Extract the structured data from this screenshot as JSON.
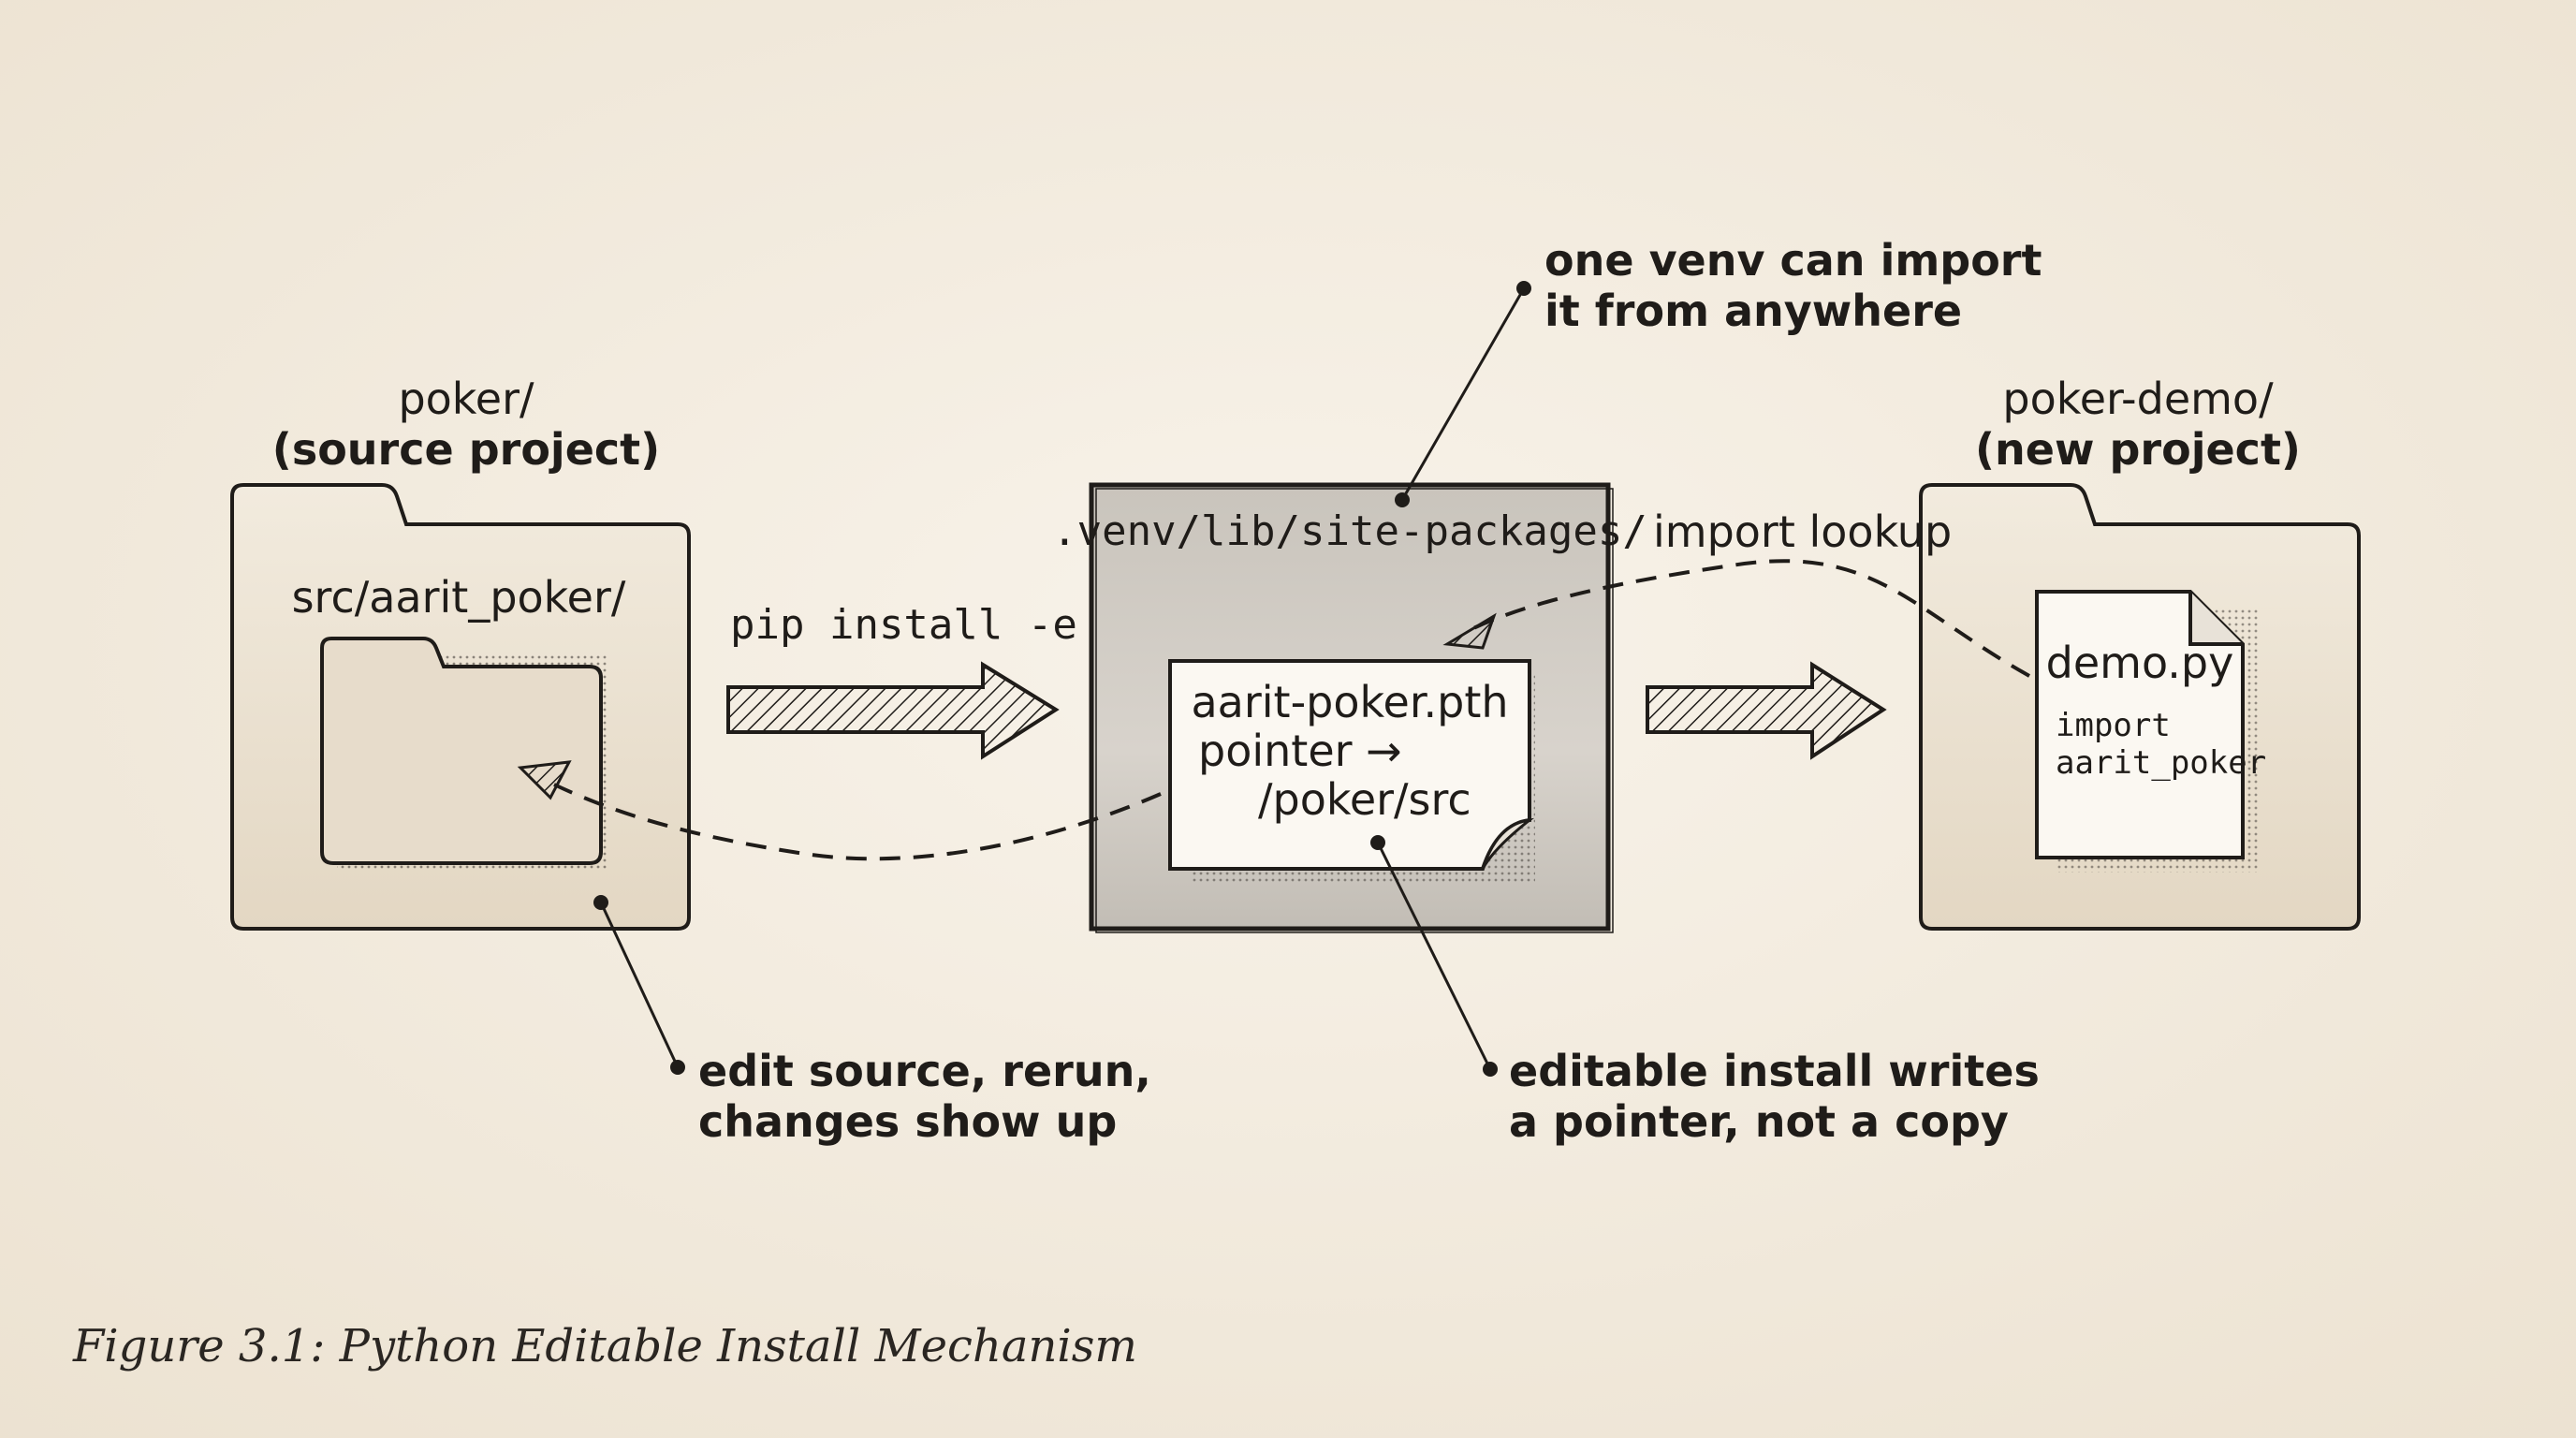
{
  "source_folder": {
    "title": "poker/",
    "subtitle": "(source project)",
    "inner_label": "src/aarit_poker/"
  },
  "command": {
    "label": "pip install -e ."
  },
  "site_packages": {
    "title": ".venv/lib/site-packages/",
    "file_name": "aarit-poker.pth",
    "pointer_label": "pointer →",
    "pointer_path": "/poker/src"
  },
  "import_lookup": {
    "label": "import lookup"
  },
  "demo_folder": {
    "title": "poker-demo/",
    "subtitle": "(new project)",
    "file_name": "demo.py",
    "code_line_1": "import",
    "code_line_2": "aarit_poker"
  },
  "annotations": {
    "venv_line_1": "one venv can import",
    "venv_line_2": "it from anywhere",
    "edit_line_1": "edit source, rerun,",
    "edit_line_2": "changes show up",
    "editable_line_1": "editable install writes",
    "editable_line_2": "a pointer, not a copy"
  },
  "caption": "Figure 3.1: Python Editable Install Mechanism",
  "colors": {
    "paper": "#f3ece0",
    "ink": "#1f1c19",
    "folder_fill": "#e9dfcf",
    "box_fill": "#cfcac3",
    "note_fill": "#fbf8f2"
  }
}
